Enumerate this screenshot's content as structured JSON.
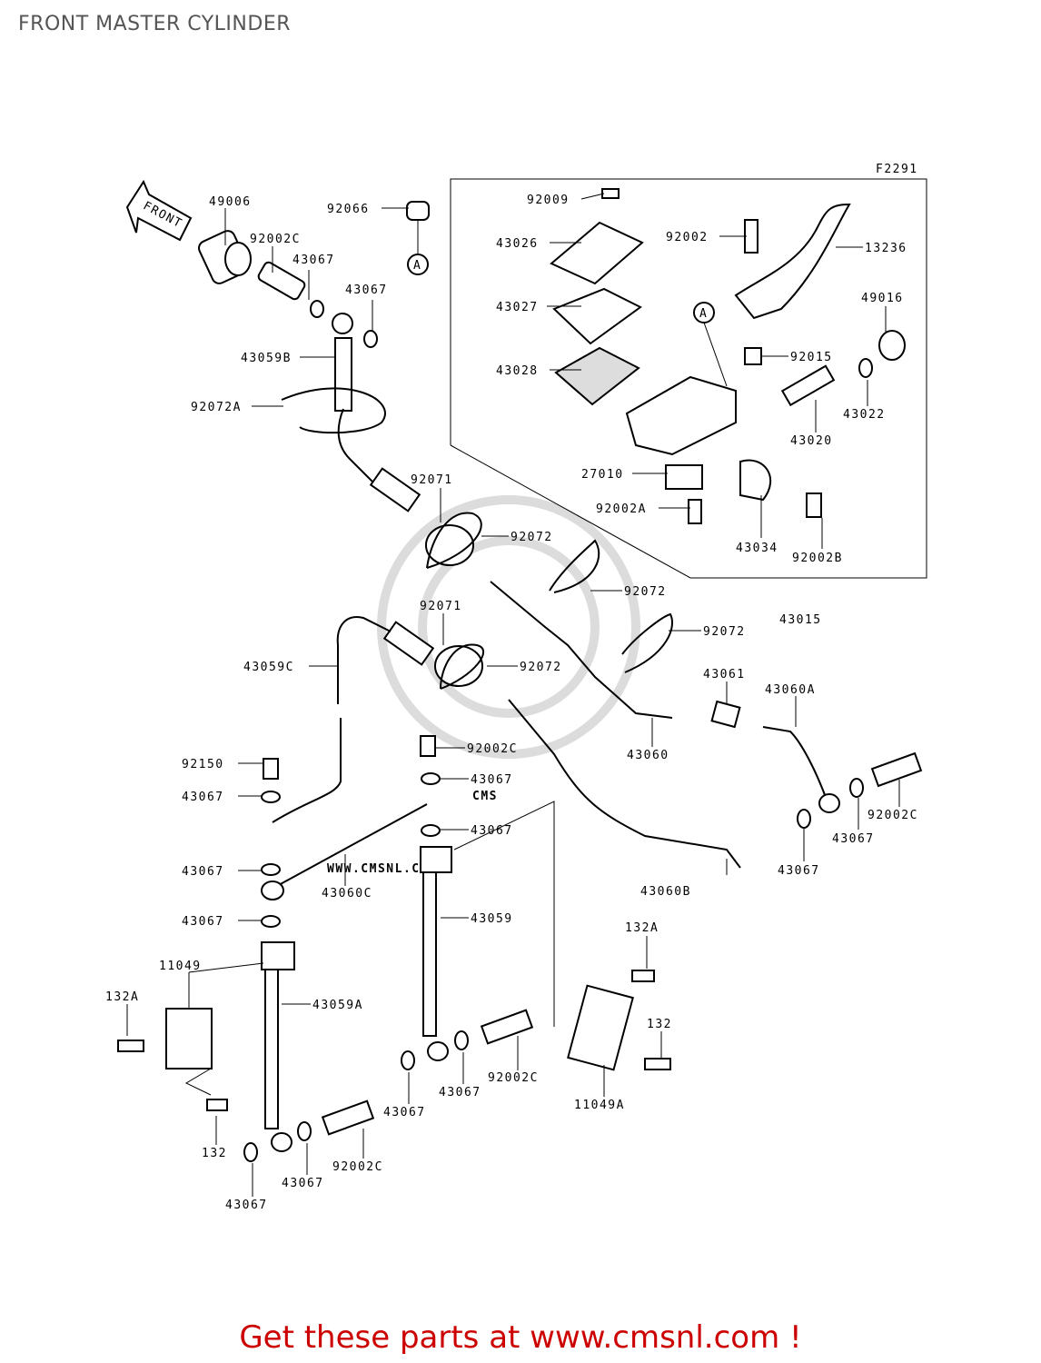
{
  "title": "FRONT MASTER CYLINDER",
  "figure_code": "F2291",
  "front_arrow_label": "FRONT",
  "ref_marker": "A",
  "watermark": {
    "brand": "CMS",
    "url": "WWW.CMSNL.COM"
  },
  "footer": "Get these parts at www.cmsnl.com !",
  "colors": {
    "footer": "#cc0000",
    "title": "#555555",
    "watermark": "#dcdcdc"
  },
  "labels": {
    "l49006": "49006",
    "l92066": "92066",
    "l92002C_a": "92002C",
    "l43067_a": "43067",
    "l43067_b": "43067",
    "l43059B": "43059B",
    "l92072A": "92072A",
    "l92071_a": "92071",
    "l92072_a": "92072",
    "l92072_b": "92072",
    "l92071_b": "92071",
    "l92072_c": "92072",
    "l92072_d": "92072",
    "l43059C": "43059C",
    "l92150": "92150",
    "l43067_c": "43067",
    "l92002C_b": "92002C",
    "l43067_d": "43067",
    "l43067_e": "43067",
    "l43067_f": "43067",
    "l43060C": "43060C",
    "l43067_g": "43067",
    "l43059": "43059",
    "l11049": "11049",
    "l43059A": "43059A",
    "l132A_a": "132A",
    "l132_a": "132",
    "l43067_h": "43067",
    "l43067_i": "43067",
    "l92002C_c": "92002C",
    "l43067_j": "43067",
    "l43067_k": "43067",
    "l92002C_d": "92002C",
    "l11049A": "11049A",
    "l132A_b": "132A",
    "l132_b": "132",
    "l43060": "43060",
    "l43061": "43061",
    "l43060A": "43060A",
    "l43060B": "43060B",
    "l43067_l": "43067",
    "l43067_m": "43067",
    "l92002C_e": "92002C",
    "l92009": "92009",
    "l43026": "43026",
    "l43027": "43027",
    "l43028": "43028",
    "l92002": "92002",
    "l13236": "13236",
    "l49016": "49016",
    "l92015": "92015",
    "l43022": "43022",
    "l43020": "43020",
    "l27010": "27010",
    "l92002A": "92002A",
    "l43034": "43034",
    "l92002B": "92002B",
    "l43015": "43015"
  }
}
